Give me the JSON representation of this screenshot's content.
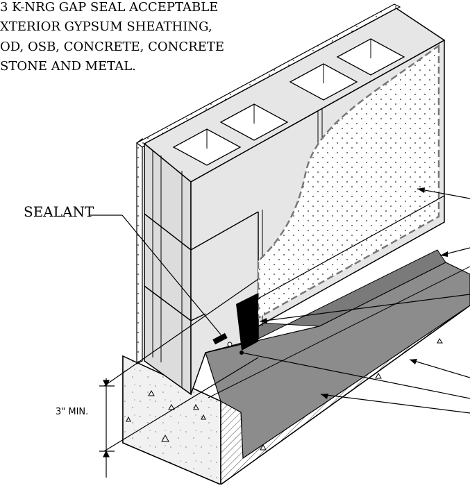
{
  "note": {
    "lines": [
      "3 K-NRG GAP SEAL ACCEPTABLE",
      "XTERIOR GYPSUM SHEATHING,",
      "OD, OSB, CONCRETE, CONCRETE",
      "STONE AND METAL."
    ]
  },
  "labels": {
    "sealant": "SEALANT",
    "min_dimension": "3\" MIN."
  },
  "colors": {
    "stroke": "#000000",
    "block_face": "#e6e6e6",
    "block_shadow": "#c8c8c8",
    "membrane": "#8c8c8c",
    "membrane_dark": "#7a7a7a",
    "concrete": "#f0f0f0",
    "sheathing_dot_bg": "#ffffff",
    "gap_seal": "#000000"
  }
}
